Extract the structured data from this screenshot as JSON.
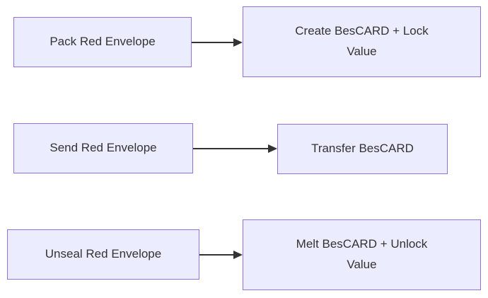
{
  "diagram": {
    "type": "flowchart-left-to-right",
    "background_color": "#ffffff",
    "node_fill_color": "#ececff",
    "node_border_color": "#9370db",
    "text_color": "#333333",
    "arrow_color": "#333333",
    "rows": [
      {
        "source": {
          "label": "Pack Red Envelope"
        },
        "connector": "arrow-right",
        "target": {
          "label": "Create BesCARD + Lock\nValue"
        }
      },
      {
        "source": {
          "label": "Send Red Envelope"
        },
        "connector": "arrow-right",
        "target": {
          "label": "Transfer BesCARD"
        }
      },
      {
        "source": {
          "label": "Unseal Red Envelope"
        },
        "connector": "arrow-right",
        "target": {
          "label": "Melt BesCARD + Unlock\nValue"
        }
      }
    ]
  }
}
